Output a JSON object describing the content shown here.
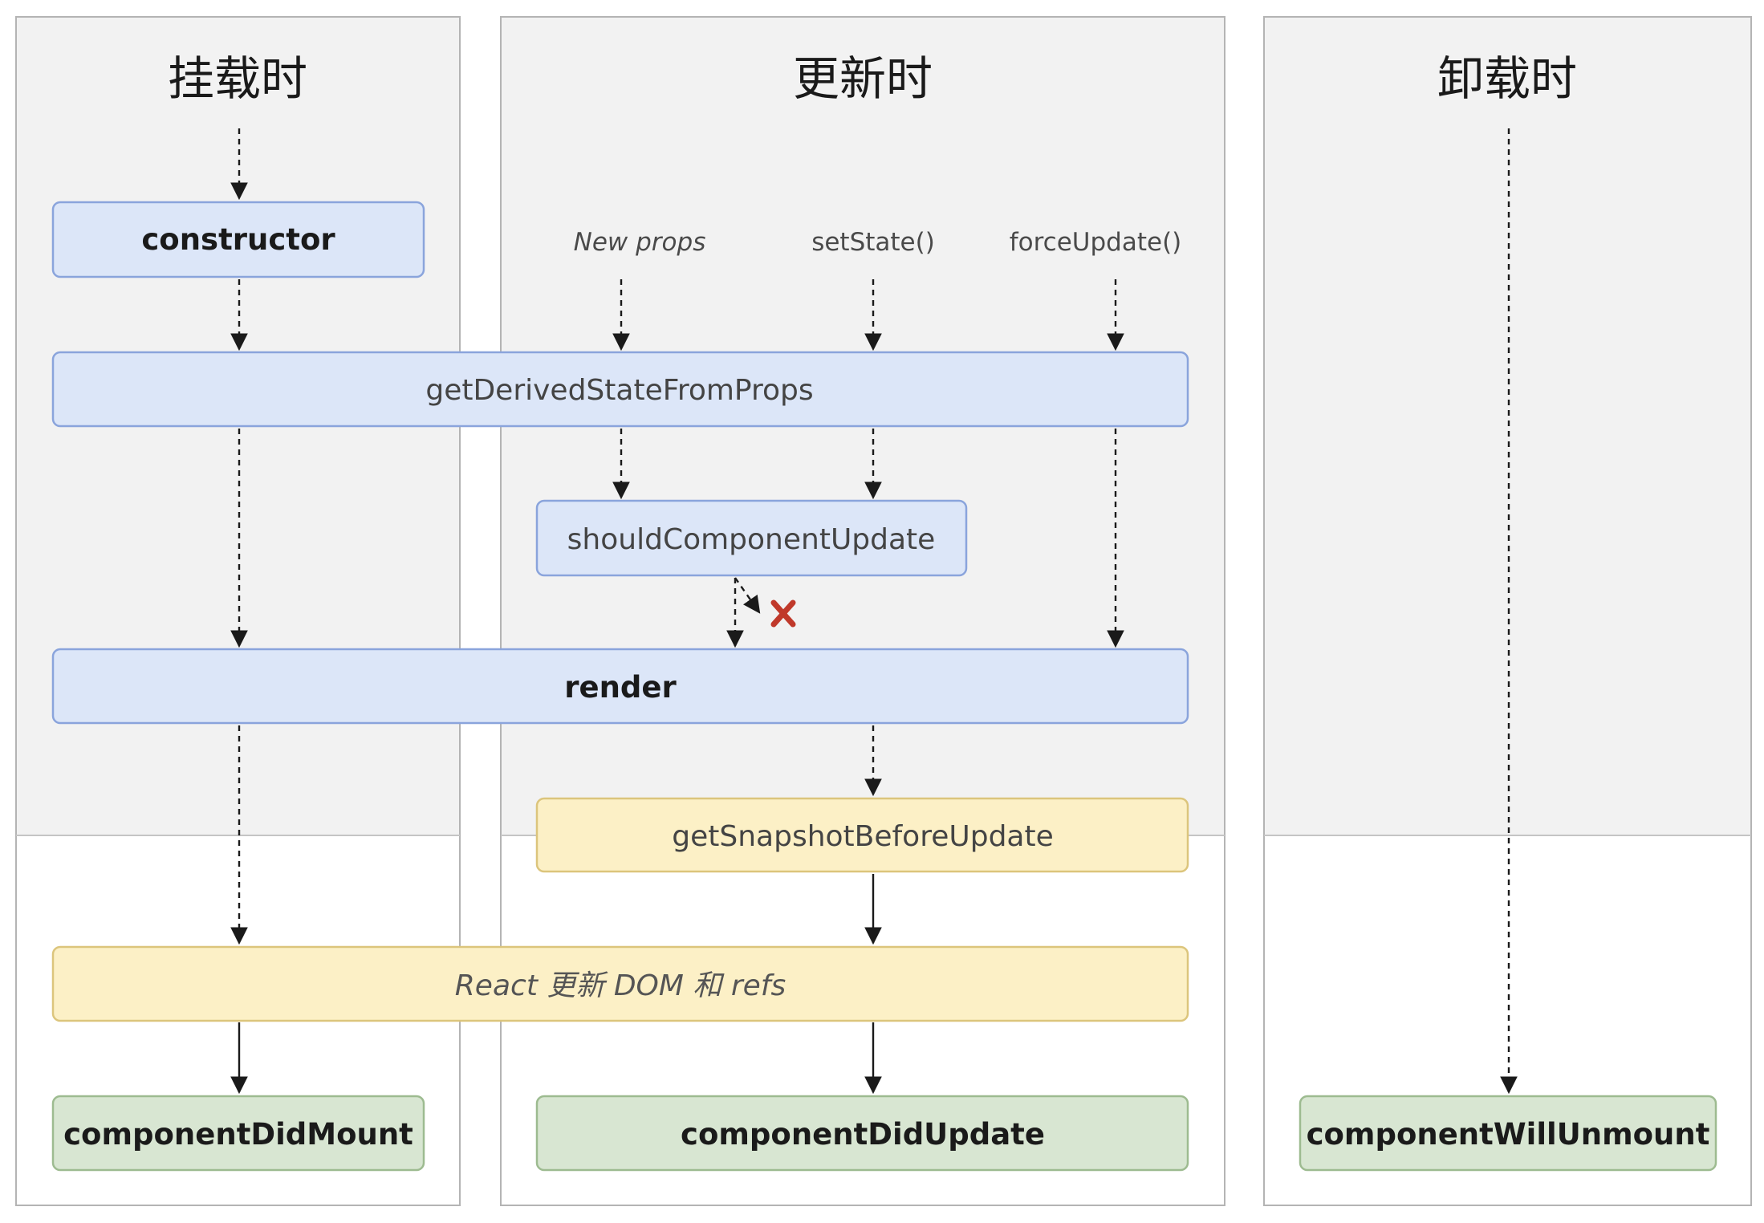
{
  "columns": {
    "mount": "挂载时",
    "update": "更新时",
    "unmount": "卸载时"
  },
  "triggers": {
    "new_props": "New props",
    "set_state": "setState()",
    "force_update": "forceUpdate()"
  },
  "nodes": {
    "constructor": "constructor",
    "get_derived_state": "getDerivedStateFromProps",
    "should_update": "shouldComponentUpdate",
    "render": "render",
    "get_snapshot": "getSnapshotBeforeUpdate",
    "react_updates_dom": "React 更新 DOM 和 refs",
    "did_mount": "componentDidMount",
    "did_update": "componentDidUpdate",
    "will_unmount": "componentWillUnmount"
  },
  "colors": {
    "blue_fill": "#dce6f8",
    "blue_stroke": "#8aa4dc",
    "yellow_fill": "#fcf0c6",
    "yellow_stroke": "#dcc57c",
    "green_fill": "#d8e6d2",
    "green_stroke": "#9dbb90",
    "panel_fill": "#f2f2f2",
    "stop_mark": "#c0392b"
  }
}
